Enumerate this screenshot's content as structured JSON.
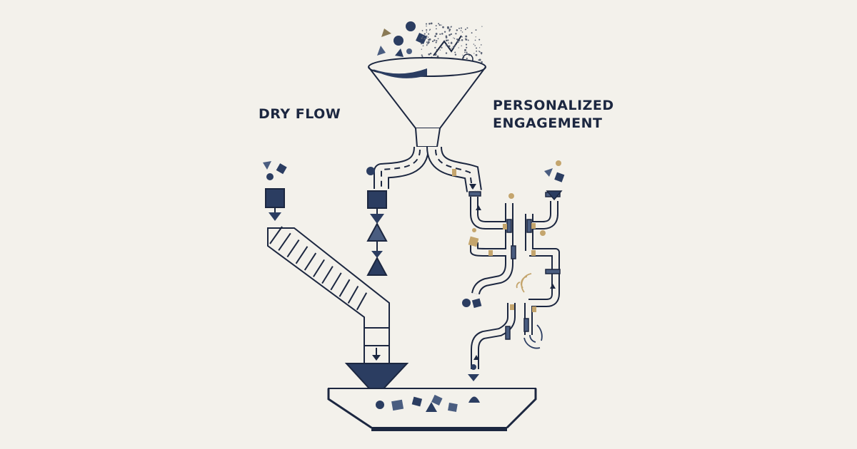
{
  "labels": {
    "left": "DRY FLOW",
    "right_line1": "PERSONALIZED",
    "right_line2": "ENGAGEMENT"
  },
  "colors": {
    "background": "#f3f1eb",
    "ink": "#1c2740",
    "navy": "#2b3d61",
    "slate": "#4a5d80",
    "accent": "#c4a56d",
    "tint": "#e4dfcf"
  }
}
